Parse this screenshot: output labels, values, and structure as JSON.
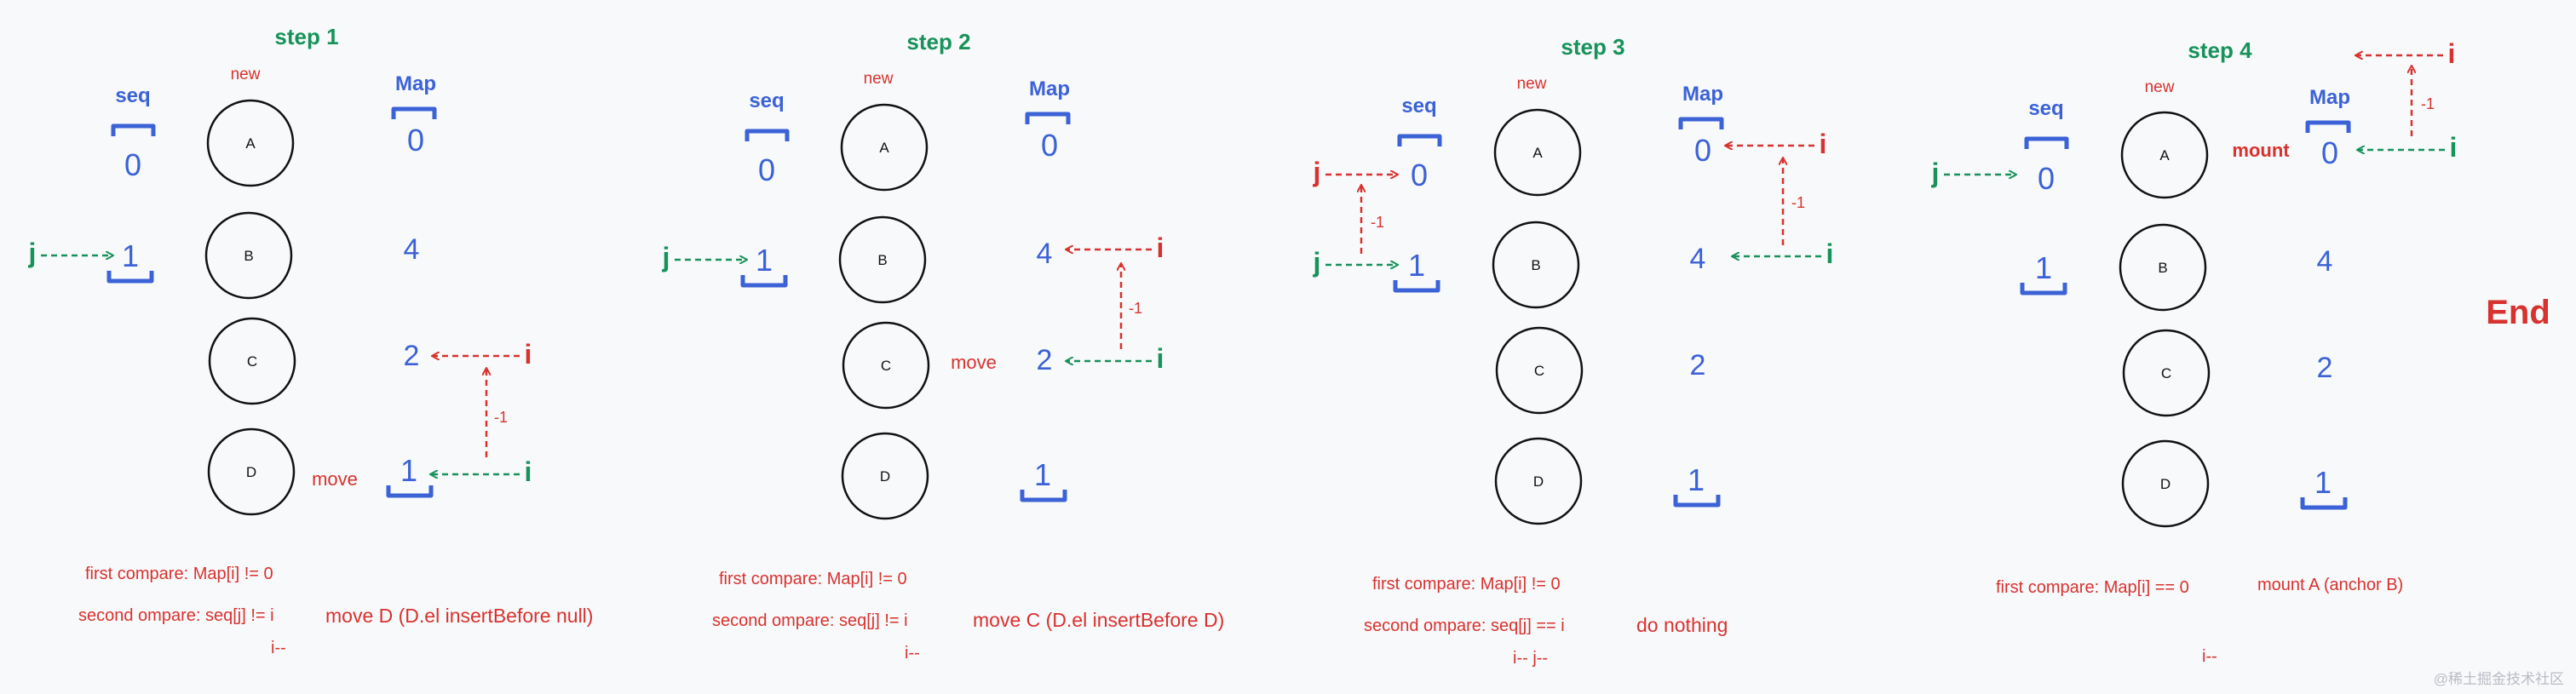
{
  "colors": {
    "green": "#17925a",
    "red": "#d8322e",
    "blue": "#3b62d6",
    "ink": "#111111",
    "watermark": "#b9bcc4"
  },
  "steps": [
    {
      "title": "step 1",
      "seq_label": "seq",
      "new_label": "new",
      "map_label": "Map",
      "seq": [
        "0",
        "1"
      ],
      "nodes": [
        "A",
        "B",
        "C",
        "D"
      ],
      "map": [
        "0",
        "4",
        "2",
        "1"
      ],
      "annotations": [
        "move"
      ],
      "pointer_j": "j",
      "pointer_i": [
        "i",
        "i"
      ],
      "dec_labels": [
        "-1"
      ],
      "compare": [
        "first compare: Map[i] != 0",
        "second ompare: seq[j] != i",
        "i--"
      ],
      "result": "move D (D.el insertBefore null)"
    },
    {
      "title": "step 2",
      "seq_label": "seq",
      "new_label": "new",
      "map_label": "Map",
      "seq": [
        "0",
        "1"
      ],
      "nodes": [
        "A",
        "B",
        "C",
        "D"
      ],
      "map": [
        "0",
        "4",
        "2",
        "1"
      ],
      "annotations": [
        "move"
      ],
      "pointer_j": "j",
      "pointer_i": [
        "i",
        "i"
      ],
      "dec_labels": [
        "-1"
      ],
      "compare": [
        "first compare: Map[i] != 0",
        "second ompare: seq[j] != i",
        "i--"
      ],
      "result": "move C (D.el insertBefore D)"
    },
    {
      "title": "step 3",
      "seq_label": "seq",
      "new_label": "new",
      "map_label": "Map",
      "seq": [
        "0",
        "1"
      ],
      "nodes": [
        "A",
        "B",
        "C",
        "D"
      ],
      "map": [
        "0",
        "4",
        "2",
        "1"
      ],
      "annotations": [],
      "pointer_j": "j",
      "pointer_j2": "j",
      "pointer_i": [
        "i",
        "i"
      ],
      "dec_labels": [
        "-1",
        "-1"
      ],
      "compare": [
        "first compare: Map[i] != 0",
        "second ompare: seq[j] == i",
        "i--  j--"
      ],
      "result": "do nothing"
    },
    {
      "title": "step 4",
      "seq_label": "seq",
      "new_label": "new",
      "map_label": "Map",
      "seq": [
        "0",
        "1"
      ],
      "nodes": [
        "A",
        "B",
        "C",
        "D"
      ],
      "map": [
        "0",
        "4",
        "2",
        "1"
      ],
      "annotations": [
        "mount"
      ],
      "pointer_j": "j",
      "pointer_i": [
        "i",
        "i"
      ],
      "dec_labels": [
        "-1"
      ],
      "compare": [
        "first compare: Map[i] == 0",
        "i--"
      ],
      "result": "mount A (anchor B)"
    }
  ],
  "end_label": "End",
  "watermark": "@稀土掘金技术社区"
}
